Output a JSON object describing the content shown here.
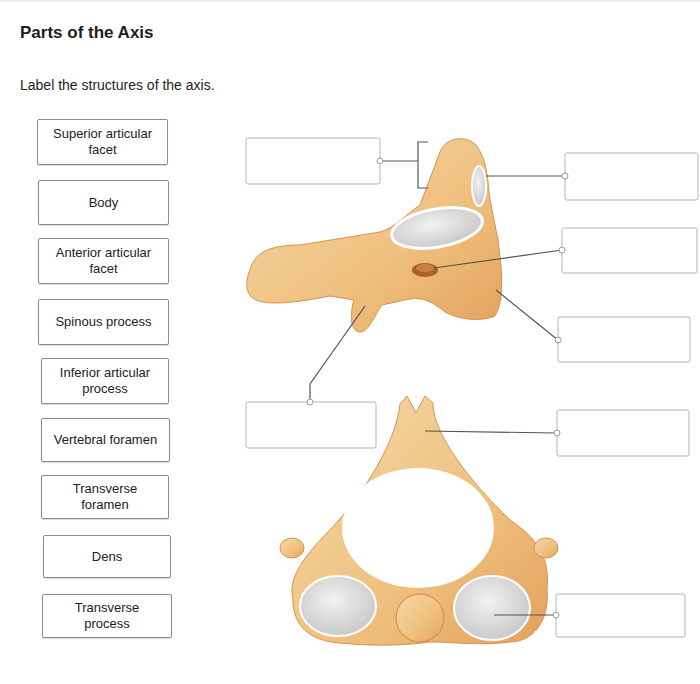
{
  "diagram": {
    "title": "Parts of the Axis",
    "nodes": [
      {
        "text": [
          "Superior articular facet"
        ]
      },
      {
        "text": [
          "Body"
        ]
      },
      {
        "text": [
          "Anterior articular facet"
        ]
      },
      {
        "text": [
          "Spinous process"
        ]
      },
      {
        "text": [
          "Inferior articular process"
        ]
      },
      {
        "text": [
          "Vertebral foramen"
        ]
      },
      {
        "text": [
          "Transverse foramen"
        ]
      },
      {
        "text": [
          "Dens"
        ]
      },
      {
        "text": [
          "Transverse process"
        ]
      }
    ],
    "labels": [
      "Label the structures of the axis."
    ]
  }
}
